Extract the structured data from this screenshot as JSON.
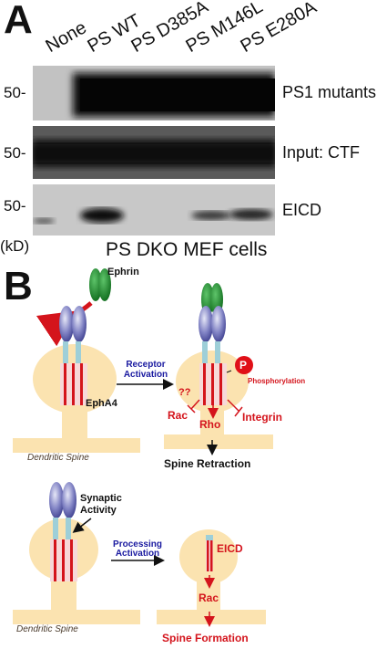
{
  "panel_a": {
    "letter": "A",
    "lanes": [
      "None",
      "PS WT",
      "PS D385A",
      "PS M146L",
      "PS E280A"
    ],
    "blots": [
      {
        "mw": "50-",
        "label": "PS1 mutants"
      },
      {
        "mw": "50-",
        "label": "Input: CTF"
      },
      {
        "mw": "50-",
        "label": "EICD"
      }
    ],
    "unit": "(kD)",
    "caption": "PS DKO MEF cells"
  },
  "panel_b": {
    "letter": "B",
    "top": {
      "ligand": "Ephrin",
      "receptor": "EphA4",
      "spine": "Dendritic Spine",
      "arrow_label_1": "Receptor",
      "arrow_label_2": "Activation",
      "phospho_symbol": "P",
      "phosphorylation": "Phosphorylation",
      "question": "??",
      "rac": "Rac",
      "rho": "Rho",
      "integrin": "Integrin",
      "outcome": "Spine Retraction"
    },
    "bottom": {
      "activity_1": "Synaptic",
      "activity_2": "Activity",
      "spine": "Dendritic Spine",
      "arrow_label_1": "Processing",
      "arrow_label_2": "Activation",
      "eicd": "EICD",
      "rac": "Rac",
      "outcome": "Spine Formation"
    }
  },
  "colors": {
    "spine": "#fbe3b0",
    "receptor_stripe": "#d4141c",
    "ligand": "#1f8a2a",
    "receptor_head": "#6e70b8",
    "stem": "#9ecfd8",
    "text_red": "#d4141c",
    "text_blue": "#1a1aa0"
  }
}
